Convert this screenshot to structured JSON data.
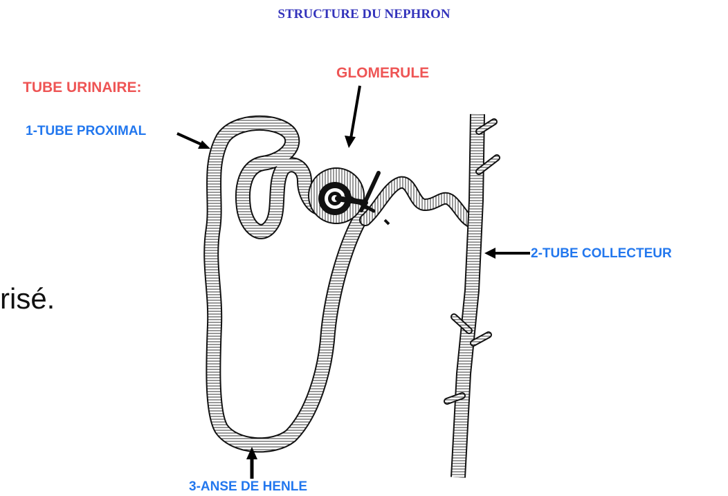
{
  "title": "STRUCTURE DU NEPHRON",
  "labels": {
    "tube_urinaire": "TUBE URINAIRE:",
    "glomerule": "GLOMERULE",
    "tube_proximal": "1-TUBE PROXIMAL",
    "tube_collecteur": "2-TUBE COLLECTEUR",
    "anse_de_henle": "3-ANSE DE HENLE"
  },
  "background_text": "risé.",
  "colors": {
    "title": "#3333bb",
    "red_label": "#ee5555",
    "blue_label": "#2277ee",
    "ink": "#111111"
  }
}
